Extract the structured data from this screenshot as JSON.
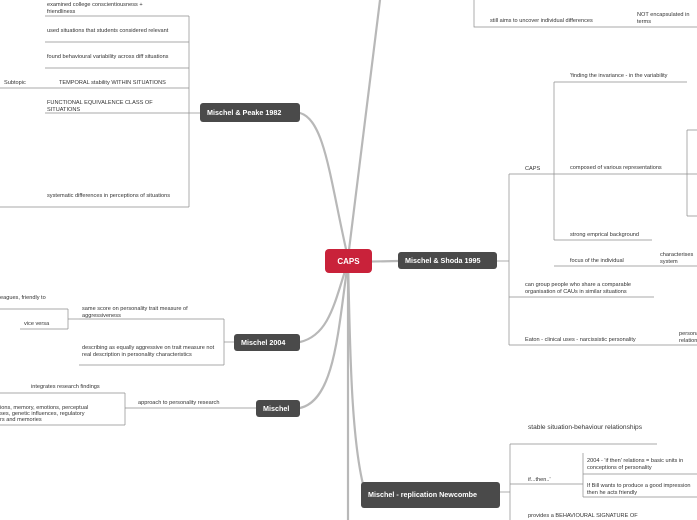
{
  "central": {
    "label": "CAPS"
  },
  "branches": {
    "mischel_peake": {
      "label": "Mischel & Peake 1982",
      "items": [
        "examined college conscientiousness + friendliness",
        "used situations that students considered relevant",
        "found behavioural variability across diff situations",
        "TEMPORAL stability WITHIN SITUATIONS",
        "FUNCTIONAL EQUIVALENCE CLASS OF SITUATIONS",
        "systematic differences in perceptions of situations"
      ],
      "subtopic": "Subtopic"
    },
    "mischel_2004": {
      "label": "Mischel 2004",
      "items": [
        "same score on personality trait measure of aggressiveness",
        "describing as equally aggressive on trait measure not real description in personality characteristics"
      ],
      "left_items": [
        "eagues, friendly to",
        "vice versa"
      ]
    },
    "mischel": {
      "label": "Mischel",
      "item": "approach to personality research",
      "left_items": [
        "integrates research findings",
        "ions, memory, emotions, perceptual",
        "ses, genetic influences, regulatory",
        "rs and memories"
      ]
    },
    "mischel_shoda": {
      "label": "Mischel & Shoda 1995",
      "caps_label": "CAPS",
      "caps_items": [
        "'finding the invariance - in the variability",
        "composed of various representations",
        "strong emprical background",
        "focus of the individual"
      ],
      "focus_detail": "characterises system",
      "items": [
        "can group people who share a comparable organisation of CAUs in similar situations",
        "Eaton - clinical uses - narcissistic personality"
      ],
      "eaton_detail": "personality relations"
    },
    "replication": {
      "label": "Mischel - replication Newcombe",
      "items": [
        "stable situation-behaviour relationships",
        "if...then..'",
        "provides a BEHAVIOURAL SIGNATURE OF"
      ],
      "ifthen_items": [
        "2004 - 'if then' relations = basic units in conceptions of personality",
        "If Bill wants to produce a good impression then he  acts friendly"
      ]
    },
    "top": {
      "items": [
        "still aims to uncover individual differences",
        "NOT encapsulated in terms"
      ]
    }
  },
  "colors": {
    "central": "#c9223a",
    "node": "#4a4a4a",
    "line": "#b3b3b3",
    "thin": "#999999"
  }
}
